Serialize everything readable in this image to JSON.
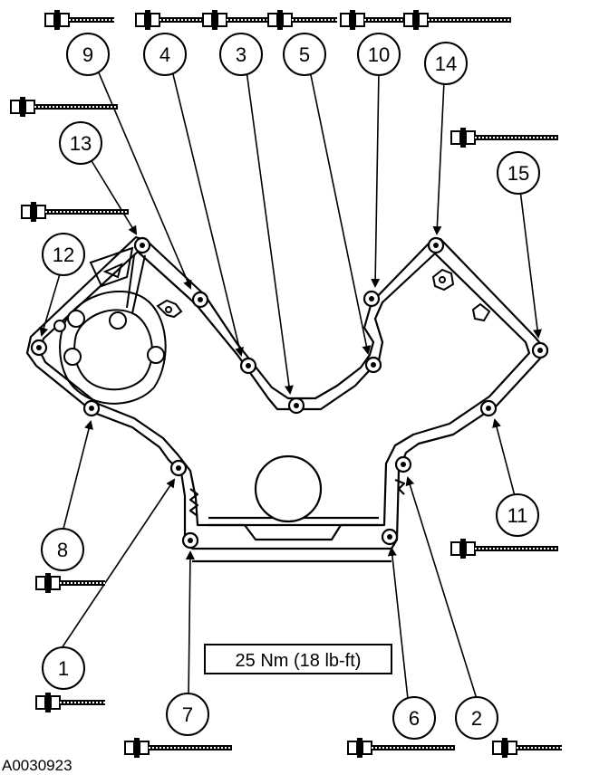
{
  "diagram": {
    "torque_spec": "25 Nm (18 lb-ft)",
    "figure_code": "A0030923",
    "callouts": [
      "1",
      "2",
      "3",
      "4",
      "5",
      "6",
      "7",
      "8",
      "9",
      "10",
      "11",
      "12",
      "13",
      "14",
      "15"
    ]
  }
}
